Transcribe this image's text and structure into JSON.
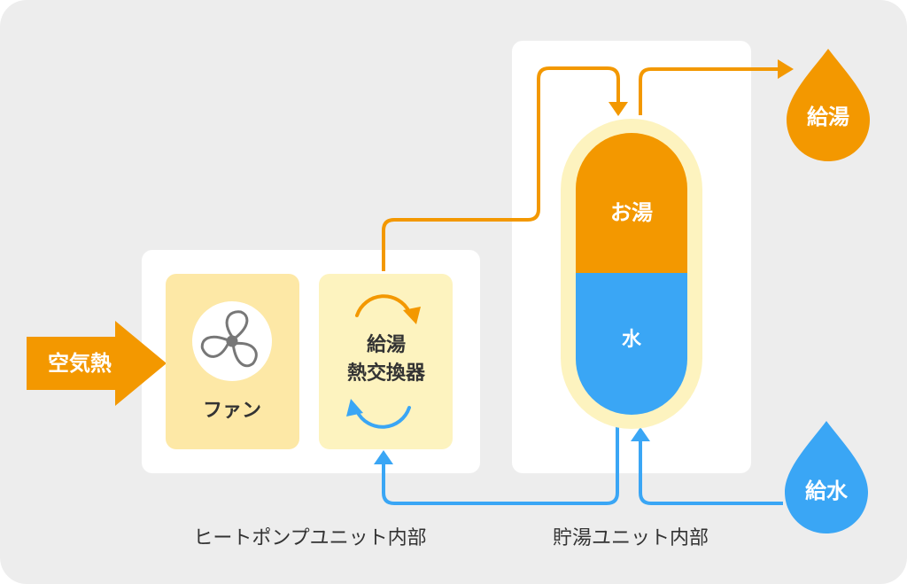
{
  "labels": {
    "air_heat": "空気熱",
    "fan": "ファン",
    "heat_exchanger_line1": "給湯",
    "heat_exchanger_line2": "熱交換器",
    "hot_water": "お湯",
    "water": "水",
    "hot_water_supply": "給湯",
    "water_supply": "給水",
    "heat_pump_unit": "ヒートポンプユニット内部",
    "storage_unit": "貯湯ユニット内部"
  },
  "colors": {
    "background": "#ededed",
    "panel": "#ffffff",
    "fan_box": "#fde8a6",
    "exchanger_box": "#fdf3bf",
    "orange": "#f39800",
    "blue": "#3aa6f5",
    "tank_outline": "#fdf3bf"
  }
}
